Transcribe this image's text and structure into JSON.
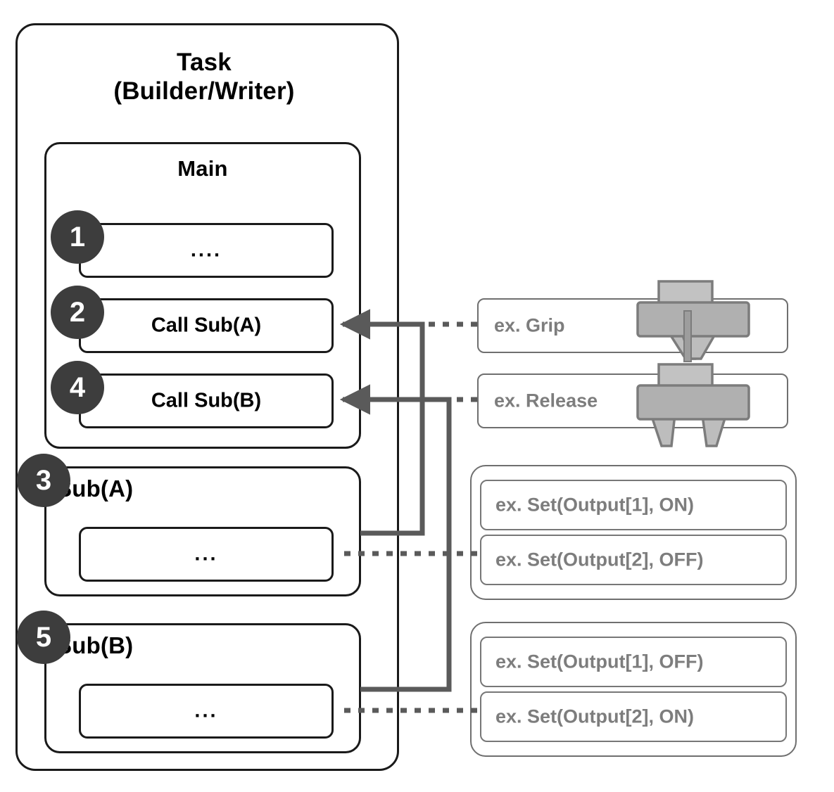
{
  "diagram": {
    "task": {
      "title": "Task\n(Builder/Writer)"
    },
    "main": {
      "title": "Main"
    },
    "sub_a": {
      "title": "Sub(A)"
    },
    "sub_b": {
      "title": "Sub(B)"
    },
    "steps": [
      {
        "number": "1",
        "label": "...."
      },
      {
        "number": "2",
        "label": "Call Sub(A)"
      },
      {
        "number": "4",
        "label": "Call Sub(B)"
      },
      {
        "number": "3",
        "label": "..."
      },
      {
        "number": "5",
        "label": "..."
      }
    ],
    "main_rows": [
      {
        "text": "...."
      },
      {
        "text": "Call Sub(A)"
      },
      {
        "text": "Call Sub(B)"
      }
    ],
    "sub_a_rows": [
      {
        "text": "..."
      }
    ],
    "sub_b_rows": [
      {
        "text": "..."
      }
    ],
    "examples": {
      "grip": {
        "label": "ex. Grip",
        "icon": "gripper-closed-icon"
      },
      "release": {
        "label": "ex. Release",
        "icon": "gripper-open-icon"
      },
      "group_a": [
        {
          "label": "ex. Set(Output[1], ON)"
        },
        {
          "label": "ex. Set(Output[2], OFF)"
        }
      ],
      "group_b": [
        {
          "label": "ex. Set(Output[1], OFF)"
        },
        {
          "label": "ex. Set(Output[2], ON)"
        }
      ]
    },
    "colors": {
      "outline_black": "#1a1a1a",
      "outline_gray": "#6f6f6f",
      "badge_fill": "#3d3d3d",
      "example_text": "#7d7d7d",
      "connector": "#5a5a5a",
      "gripper_fill": "#b5b5b5",
      "gripper_stroke": "#7c7c7c"
    }
  }
}
